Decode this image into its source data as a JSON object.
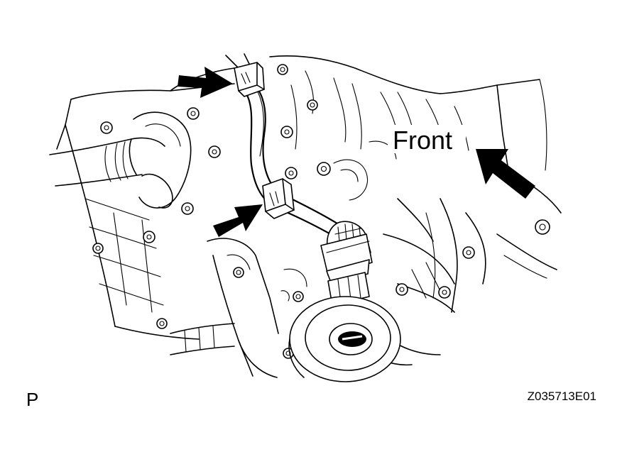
{
  "diagram": {
    "front_label": "Front",
    "view_letter": "P",
    "figure_code": "Z035713E01",
    "arrow_count": 3,
    "ink_color": "#000000",
    "paper_color": "#ffffff"
  }
}
